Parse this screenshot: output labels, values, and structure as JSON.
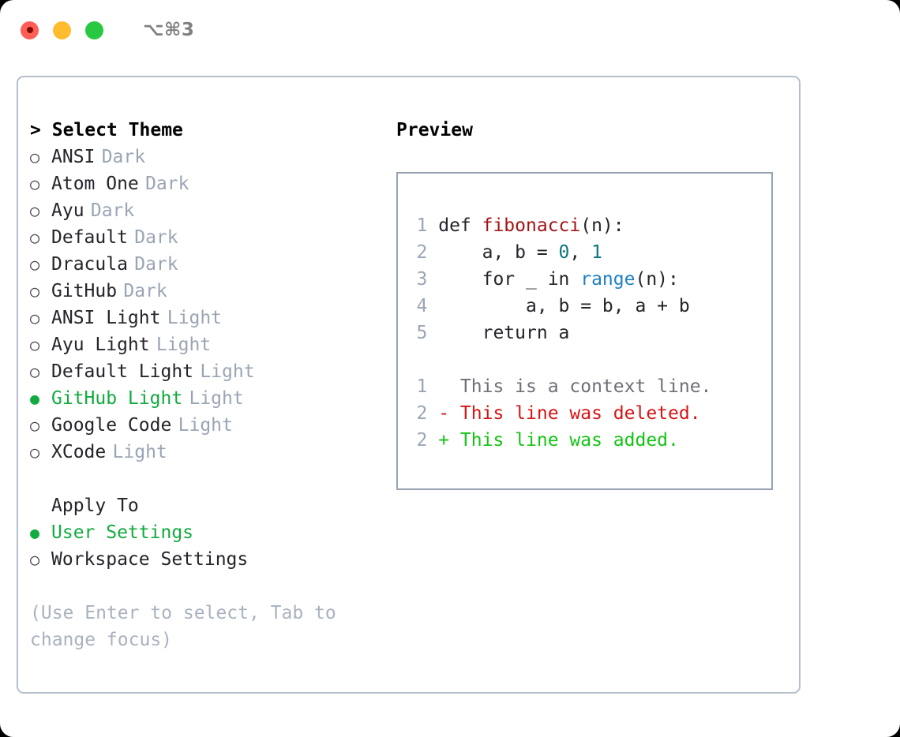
{
  "window": {
    "shortcut": "⌥⌘3",
    "traffic_lights": [
      {
        "name": "close",
        "color": "#ff5f56"
      },
      {
        "name": "minimize",
        "color": "#febc2e"
      },
      {
        "name": "maximize",
        "color": "#28c840"
      }
    ]
  },
  "accent": {
    "selected_green": "#12ab3f",
    "muted_gray": "#9aa5b4",
    "border": "#b4bfcc",
    "preview_border": "#97a3b3"
  },
  "theme_picker": {
    "heading_caret": ">",
    "heading": "Select Theme",
    "marker_selected": "●",
    "marker_unselected": "○",
    "items": [
      {
        "label": "ANSI",
        "variant": "Dark",
        "selected": false
      },
      {
        "label": "Atom One",
        "variant": "Dark",
        "selected": false
      },
      {
        "label": "Ayu",
        "variant": "Dark",
        "selected": false
      },
      {
        "label": "Default",
        "variant": "Dark",
        "selected": false
      },
      {
        "label": "Dracula",
        "variant": "Dark",
        "selected": false
      },
      {
        "label": "GitHub",
        "variant": "Dark",
        "selected": false
      },
      {
        "label": "ANSI Light",
        "variant": "Light",
        "selected": false
      },
      {
        "label": "Ayu Light",
        "variant": "Light",
        "selected": false
      },
      {
        "label": "Default Light",
        "variant": "Light",
        "selected": false
      },
      {
        "label": "GitHub Light",
        "variant": "Light",
        "selected": true
      },
      {
        "label": "Google Code",
        "variant": "Light",
        "selected": false
      },
      {
        "label": "XCode",
        "variant": "Light",
        "selected": false
      }
    ]
  },
  "apply_to": {
    "heading": "Apply To",
    "items": [
      {
        "label": "User Settings",
        "selected": true
      },
      {
        "label": "Workspace Settings",
        "selected": false
      }
    ]
  },
  "help": {
    "text": "(Use Enter to select, Tab to change focus)"
  },
  "preview": {
    "heading": "Preview",
    "code_lines": [
      {
        "no": "1",
        "parts": [
          {
            "t": "def ",
            "c": "plain"
          },
          {
            "t": "fibonacci",
            "c": "fn"
          },
          {
            "t": "(n):",
            "c": "plain"
          }
        ]
      },
      {
        "no": "2",
        "parts": [
          {
            "t": "    a, b = ",
            "c": "plain"
          },
          {
            "t": "0",
            "c": "num"
          },
          {
            "t": ", ",
            "c": "plain"
          },
          {
            "t": "1",
            "c": "num"
          }
        ]
      },
      {
        "no": "3",
        "parts": [
          {
            "t": "    for _ in ",
            "c": "plain"
          },
          {
            "t": "range",
            "c": "call"
          },
          {
            "t": "(n):",
            "c": "plain"
          }
        ]
      },
      {
        "no": "4",
        "parts": [
          {
            "t": "        a, b = b, a + b",
            "c": "plain"
          }
        ]
      },
      {
        "no": "5",
        "parts": [
          {
            "t": "    return a",
            "c": "plain"
          }
        ]
      }
    ],
    "diff_lines": [
      {
        "no": "1",
        "kind": "ctx",
        "text": "  This is a context line."
      },
      {
        "no": "2",
        "kind": "del",
        "text": "- This line was deleted."
      },
      {
        "no": "2",
        "kind": "add",
        "text": "+ This line was added."
      }
    ]
  }
}
